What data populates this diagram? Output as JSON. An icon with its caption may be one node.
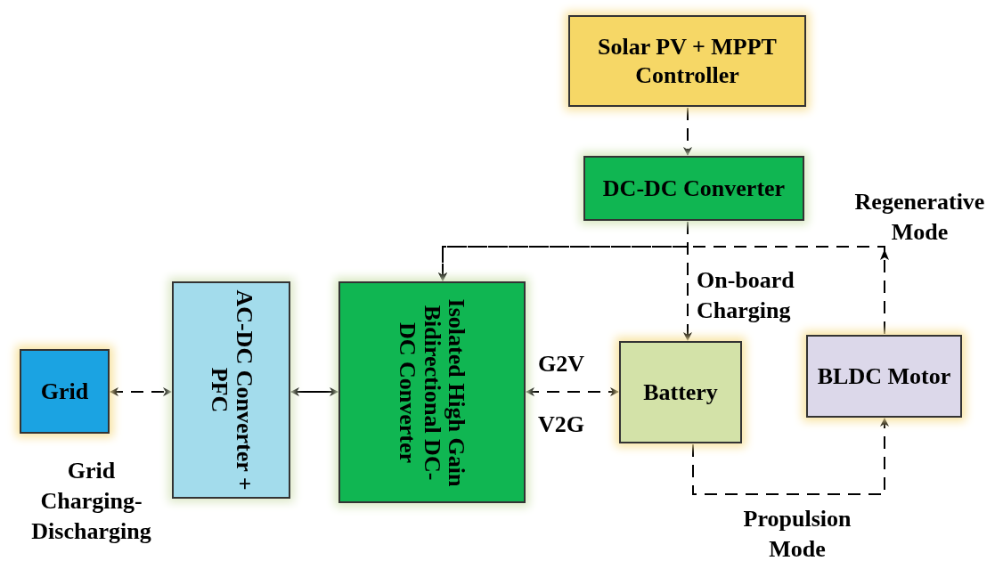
{
  "diagram": {
    "nodes": [
      {
        "text": [
          "Solar PV + MPPT Controller"
        ]
      },
      {
        "text": [
          "DC-DC Converter"
        ]
      },
      {
        "text": [
          "Grid"
        ],
        "beside": [
          "Grid Charging-Discharging"
        ]
      },
      {
        "text": [
          "AC-DC Converter + PFC"
        ]
      },
      {
        "text": [
          "Isolated High Gain Bidirectional DC-DC Converter"
        ]
      },
      {
        "text": [
          "Battery"
        ]
      },
      {
        "text": [
          "BLDC Motor"
        ]
      }
    ],
    "edges": [
      {
        "from": 0,
        "to": 1,
        "arrow": "to",
        "style": "dashed"
      },
      {
        "from": 1,
        "to": 4,
        "arrow": "to",
        "style": "dashed"
      },
      {
        "from": 1,
        "to": 5,
        "arrow": "to",
        "style": "dashed",
        "label": "On-board Charging"
      },
      {
        "from": 6,
        "to": 4,
        "arrow": "to",
        "style": "dashed",
        "label": "Regenerative Mode"
      },
      {
        "from": 5,
        "to": 6,
        "arrow": "to",
        "style": "dashed",
        "label": "Propulsion Mode"
      },
      {
        "from": 2,
        "to": 3,
        "arrow": "both",
        "style": "dashed"
      },
      {
        "from": 3,
        "to": 4,
        "arrow": "both"
      },
      {
        "from": 4,
        "to": 5,
        "arrow": "both",
        "style": "dashed",
        "label": "G2V"
      }
    ],
    "labels": [
      "V2G"
    ]
  }
}
